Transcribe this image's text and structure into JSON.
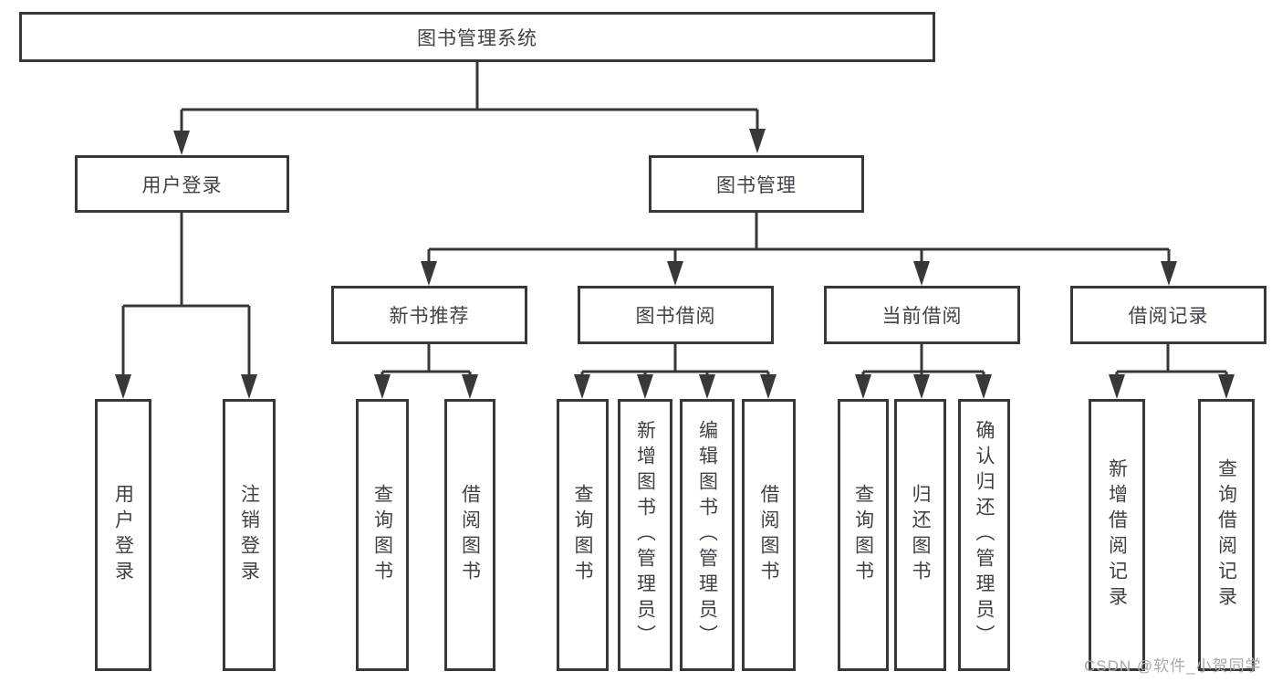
{
  "diagram": {
    "type": "org-tree",
    "colors": {
      "line": "#38383a",
      "box_border": "#38383a",
      "text": "#3f4247",
      "background": "#ffffff",
      "watermark": "#a9a9a9"
    },
    "tree": {
      "root": {
        "label": "图书管理系统"
      },
      "children": [
        {
          "label": "用户登录",
          "children": [
            {
              "label": "用户登录"
            },
            {
              "label": "注销登录"
            }
          ]
        },
        {
          "label": "图书管理",
          "children": [
            {
              "label": "新书推荐",
              "children": [
                {
                  "label": "查询图书"
                },
                {
                  "label": "借阅图书"
                }
              ]
            },
            {
              "label": "图书借阅",
              "children": [
                {
                  "label": "查询图书"
                },
                {
                  "label": "新增图书（管理员）"
                },
                {
                  "label": "编辑图书（管理员）"
                },
                {
                  "label": "借阅图书"
                }
              ]
            },
            {
              "label": "当前借阅",
              "children": [
                {
                  "label": "查询图书"
                },
                {
                  "label": "归还图书"
                },
                {
                  "label": "确认归还（管理员）"
                }
              ]
            },
            {
              "label": "借阅记录",
              "children": [
                {
                  "label": "新增借阅记录"
                },
                {
                  "label": "查询借阅记录"
                }
              ]
            }
          ]
        }
      ]
    },
    "watermark": {
      "text": "CSDN @软件_小贺同学"
    }
  }
}
